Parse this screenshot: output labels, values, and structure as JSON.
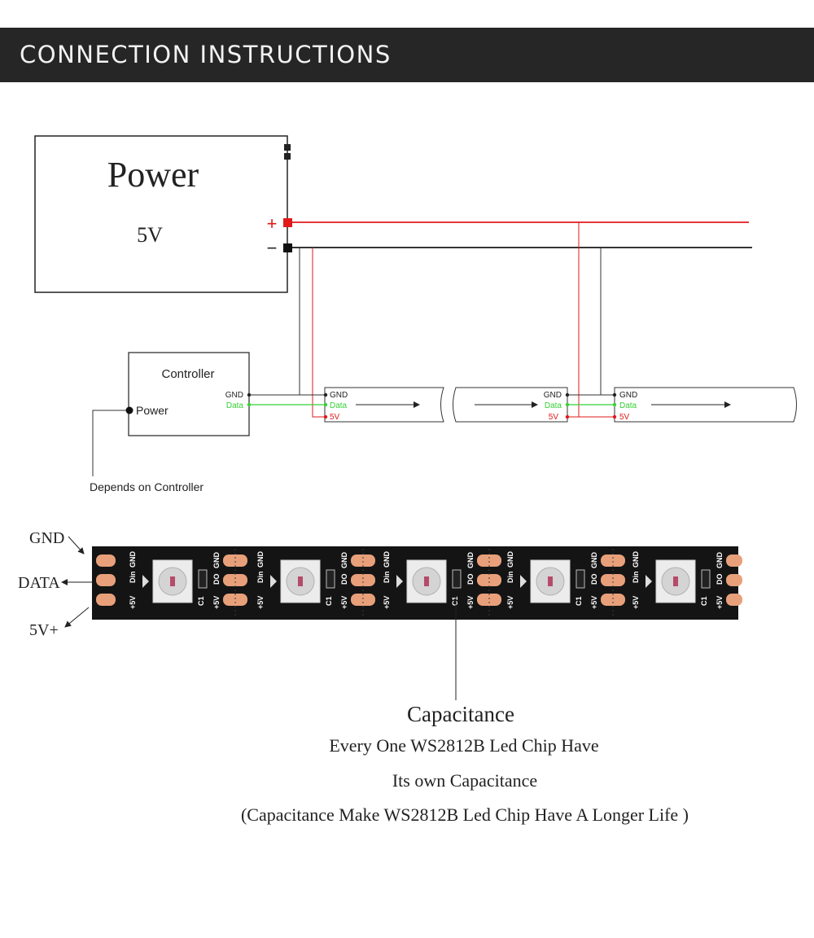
{
  "header": {
    "title": "CONNECTION INSTRUCTIONS"
  },
  "power_supply": {
    "title": "Power",
    "voltage": "5V",
    "plus": "+",
    "minus": "−"
  },
  "controller": {
    "title": "Controller",
    "power_label": "Power",
    "gnd_label": "GND",
    "data_label": "Data",
    "note": "Depends on Controller"
  },
  "strip_pins": {
    "gnd": "GND",
    "data": "Data",
    "v5": "5V"
  },
  "strip_photo": {
    "side_labels": {
      "gnd": "GND",
      "data": "DATA",
      "v5": "5V+"
    },
    "pad_labels": {
      "din": "Din",
      "dout": "DO",
      "gnd": "GND",
      "v5": "+5V",
      "cap": "C1"
    }
  },
  "capacitance": {
    "title": "Capacitance",
    "line1": "Every One WS2812B Led Chip Have",
    "line2": "Its own Capacitance",
    "line3": "(Capacitance Make WS2812B Led Chip Have A Longer Life )"
  },
  "colors": {
    "header_bg": "#262626",
    "positive_wire": "#e0191b",
    "ground_wire": "#1a1a1a",
    "data_wire": "#35d135",
    "strip_body": "#141414",
    "copper_pad": "#e8a07a"
  }
}
